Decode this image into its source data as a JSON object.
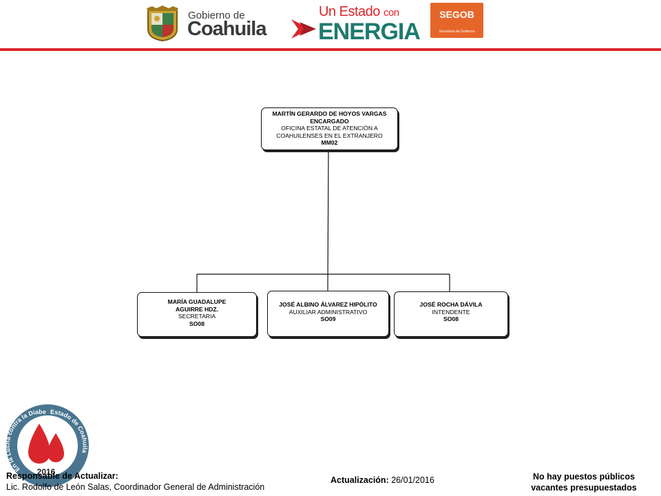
{
  "header": {
    "gob_small": "Gobierno de",
    "gob_big": "Coahuila",
    "energia_small": "Un Estado",
    "energia_con": "con",
    "energia_big": "ENERGIA",
    "segob_title": "SEGOB",
    "segob_sub": "Secretaría de Gobierno",
    "accent_red": "#d9262c",
    "accent_teal": "#1f7a6e",
    "accent_orange": "#e6662a"
  },
  "org": {
    "head": {
      "name": "MARTÍN GERARDO DE HOYOS  VARGAS",
      "role": "ENCARGADO",
      "office_1": "OFICINA  ESTATAL DE ATENCIÓN  A",
      "office_2": "COAHUILENSES  EN EL EXTRANJERO",
      "code": "MM02"
    },
    "subordinates": [
      {
        "name_1": "MARÍA GUADALUPE",
        "name_2": "AGUIRRE HDZ.",
        "role": "SECRETARIA",
        "code": "SO08"
      },
      {
        "name": "JOSÉ ALBINO ÁLVAREZ HIPÓLITO",
        "role": "AUXILIAR  ADMINISTRATIVO",
        "code": "SO09"
      },
      {
        "name": "JOSÉ ROCHA DÁVILA",
        "role": "INTENDENTE",
        "code": "SO08"
      }
    ]
  },
  "footer": {
    "badge_year": "2016",
    "badge_left_text": "En la Lucha contra la Diabetes",
    "badge_right_text": "Estado de Coahuila",
    "responsible_label": "Responsable  de Actualizar:",
    "responsible_name": "Lic. Rodolfo de León Salas, Coordinador  General de  Administración",
    "update_label": "Actualización:",
    "update_date": "26/01/2016",
    "note_1": "No hay puestos públicos",
    "note_2": "vacantes presupuestados"
  }
}
